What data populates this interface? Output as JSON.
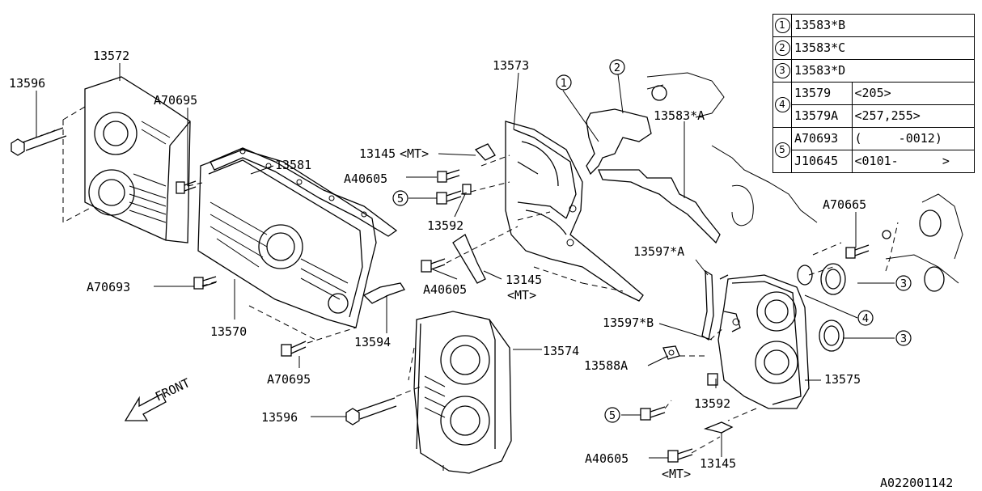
{
  "callouts": {
    "c1": "1",
    "c2": "2",
    "c3": "3",
    "c4": "4",
    "c5": "5"
  },
  "labels": {
    "p13596_a": "13596",
    "p13572": "13572",
    "pA70695_a": "A70695",
    "p13581": "13581",
    "pA70693": "A70693",
    "p13570": "13570",
    "p13594": "13594",
    "pA70695_b": "A70695",
    "p13573": "13573",
    "p13145_a": "13145",
    "mt_a": "<MT>",
    "pA40605_a": "A40605",
    "p13592_a": "13592",
    "pA40605_b": "A40605",
    "p13145_b": "13145",
    "mt_b": "<MT>",
    "p13583A": "13583*A",
    "p13574": "13574",
    "p13596_b": "13596",
    "pA70665": "A70665",
    "p13597A": "13597*A",
    "p13597B": "13597*B",
    "p13588A": "13588A",
    "p13575": "13575",
    "p13592_b": "13592",
    "pA40605_c": "A40605",
    "mt_c": "<MT>",
    "p13145_c": "13145",
    "front": "FRONT"
  },
  "legend": {
    "rows": [
      {
        "key": "1",
        "part": "13583*B",
        "note": ""
      },
      {
        "key": "2",
        "part": "13583*C",
        "note": ""
      },
      {
        "key": "3",
        "part": "13583*D",
        "note": ""
      },
      {
        "key": "4",
        "part": "13579",
        "note": "<205>"
      },
      {
        "key": "",
        "part": "13579A",
        "note": "<257,255>"
      },
      {
        "key": "5",
        "part": "A70693",
        "note": "(     -0012)"
      },
      {
        "key": "",
        "part": "J10645",
        "note": "<0101-      >"
      }
    ]
  },
  "figure_code": "A022001142"
}
